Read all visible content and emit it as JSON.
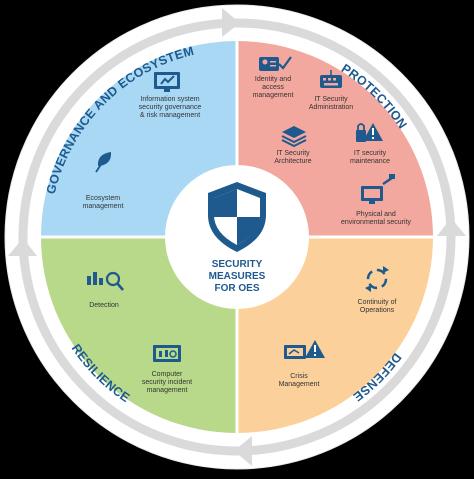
{
  "center": {
    "title_line1": "SECURITY",
    "title_line2": "MEASURES",
    "title_line3": "FOR OES",
    "icon": "shield-icon"
  },
  "colors": {
    "governance": "#a9d8f5",
    "protection": "#f2a89e",
    "defense": "#fbd09a",
    "resilience": "#b8d98a",
    "ring": "#ffffff",
    "arrow": "#d7d7d7",
    "accent": "#1e5a8e"
  },
  "quadrants": {
    "governance": {
      "label": "GOVERNANCE AND ECOSYSTEM",
      "items": [
        {
          "icon": "monitor-settings-icon",
          "line1": "Information system",
          "line2": "security governance",
          "line3": "& risk management"
        },
        {
          "icon": "leaf-icon",
          "line1": "Ecosystem",
          "line2": "management"
        }
      ]
    },
    "protection": {
      "label": "PROTECTION",
      "items": [
        {
          "icon": "id-check-icon",
          "line1": "Identity and",
          "line2": "access",
          "line3": "management"
        },
        {
          "icon": "keyboard-icon",
          "line1": "IT Security",
          "line2": "Administration"
        },
        {
          "icon": "layers-icon",
          "line1": "IT Security",
          "line2": "Architecture"
        },
        {
          "icon": "alert-lock-icon",
          "line1": "IT security",
          "line2": "maintenance"
        },
        {
          "icon": "physical-security-icon",
          "line1": "Physical and",
          "line2": "environmental security"
        }
      ]
    },
    "defense": {
      "label": "DEFENSE",
      "items": [
        {
          "icon": "continuity-icon",
          "line1": "Continuity of",
          "line2": "Operations"
        },
        {
          "icon": "crisis-icon",
          "line1": "Crisis",
          "line2": "Management"
        }
      ]
    },
    "resilience": {
      "label": "RESILIENCE",
      "items": [
        {
          "icon": "detection-icon",
          "line1": "Detection"
        },
        {
          "icon": "incident-icon",
          "line1": "Computer",
          "line2": "security incident",
          "line3": "management"
        }
      ]
    }
  }
}
